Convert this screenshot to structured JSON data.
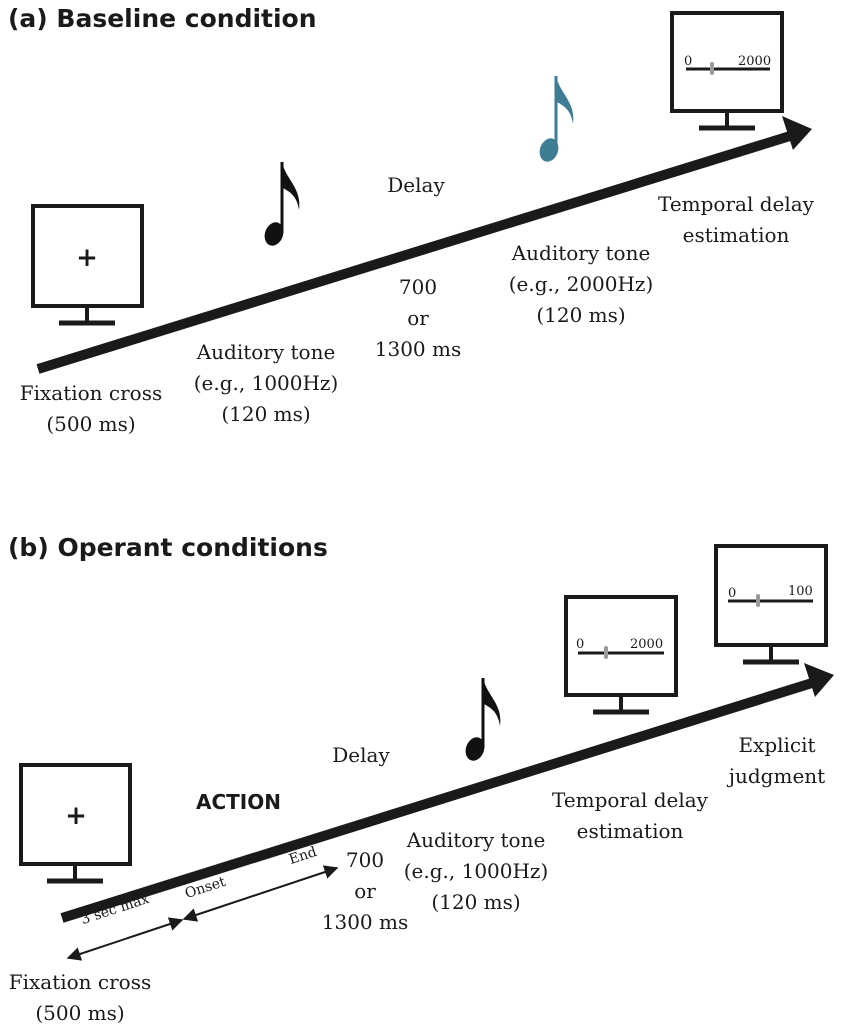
{
  "colors": {
    "ink": "#1a1a1a",
    "note_dark": "#111111",
    "note_accent": "#3f7d94",
    "slider_thumb": "#9a9a9a"
  },
  "panel_a": {
    "heading": "(a) Baseline condition",
    "fixation_symbol": "+",
    "scale_min": "0",
    "scale_max": "2000",
    "labels": {
      "fixation": [
        "Fixation cross",
        "(500 ms)"
      ],
      "tone1": [
        "Auditory tone",
        "(e.g., 1000Hz)",
        "(120 ms)"
      ],
      "delay": "Delay",
      "delay_values": [
        "700",
        "or",
        "1300 ms"
      ],
      "tone2": [
        "Auditory tone",
        "(e.g., 2000Hz)",
        "(120 ms)"
      ],
      "estimation": [
        "Temporal delay",
        "estimation"
      ]
    }
  },
  "panel_b": {
    "heading": "(b) Operant conditions",
    "fixation_symbol": "+",
    "scale1_min": "0",
    "scale1_max": "2000",
    "scale2_min": "0",
    "scale2_max": "100",
    "action": "ACTION",
    "interval_max": "3 sec max",
    "onset": "Onset",
    "end": "End",
    "labels": {
      "fixation": [
        "Fixation cross",
        "(500 ms)"
      ],
      "delay": "Delay",
      "delay_values": [
        "700",
        "or",
        "1300 ms"
      ],
      "tone": [
        "Auditory tone",
        "(e.g., 1000Hz)",
        "(120 ms)"
      ],
      "estimation": [
        "Temporal delay",
        "estimation"
      ],
      "judgment": [
        "Explicit",
        "judgment"
      ]
    }
  }
}
